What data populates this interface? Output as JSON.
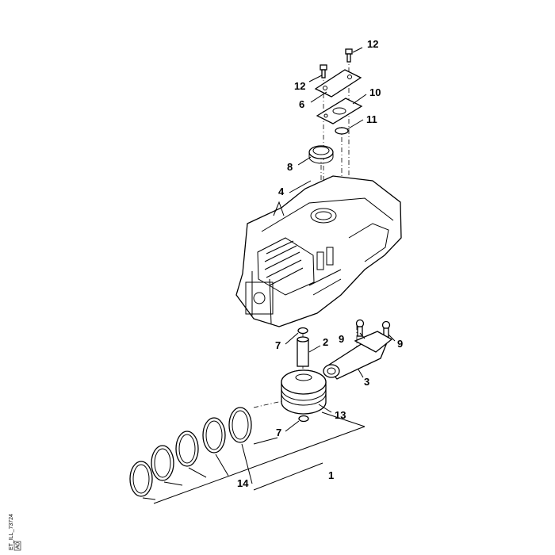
{
  "diagram": {
    "reference_code": "ET_ILL_73724",
    "reference_code_suffix": "A0",
    "callouts": {
      "c12_top": "12",
      "c12_left": "12",
      "c6": "6",
      "c10": "10",
      "c11": "11",
      "c8": "8",
      "c4": "4",
      "c9_left": "9",
      "c9_right": "9",
      "c7_top": "7",
      "c2": "2",
      "c3": "3",
      "c13": "13",
      "c7_bottom": "7",
      "c14": "14",
      "c1": "1"
    }
  }
}
